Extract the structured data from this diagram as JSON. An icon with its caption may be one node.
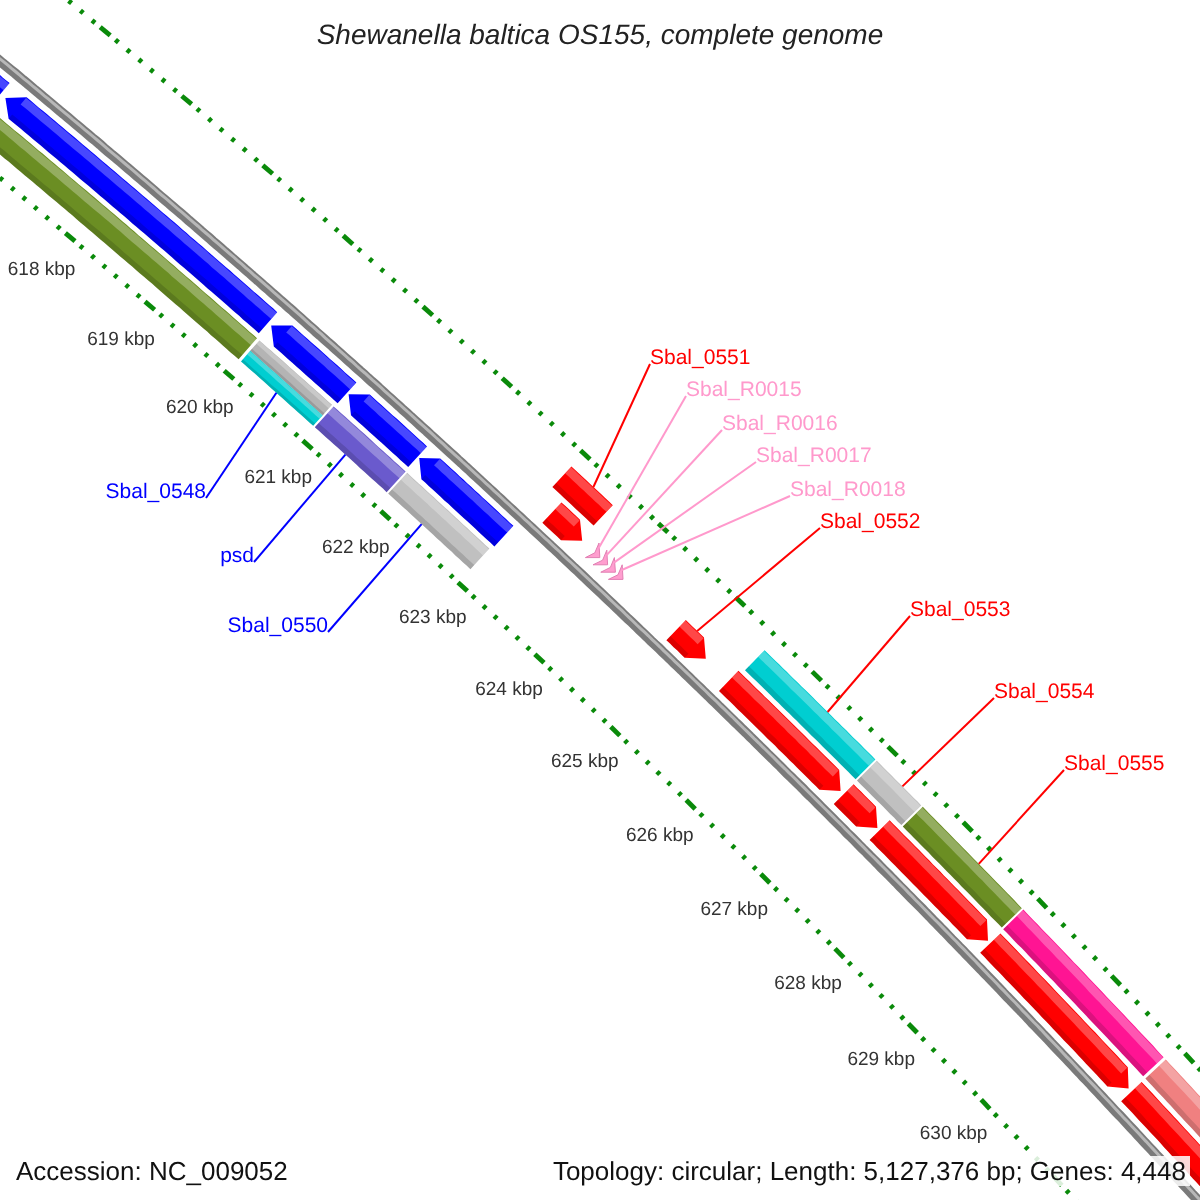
{
  "diagram": {
    "title": "Shewanella baltica OS155, complete genome",
    "nodes": [
      {
        "text": [
          "Sbal_0548"
        ]
      },
      {
        "text": [],
        "shape": "bar"
      },
      {
        "text": [
          "psd"
        ]
      },
      {
        "text": [],
        "shape": "bar"
      },
      {
        "text": [
          "Sbal_0550"
        ]
      },
      {
        "text": [],
        "shape": "bar"
      },
      {
        "text": [
          "Sbal_0551"
        ]
      },
      {
        "text": [],
        "shape": "bar"
      },
      {
        "text": [
          "Sbal_R0015"
        ]
      },
      {
        "text": [],
        "shape": "chevron"
      },
      {
        "text": [
          "Sbal_R0016"
        ]
      },
      {
        "text": [],
        "shape": "chevron"
      },
      {
        "text": [
          "Sbal_R0017"
        ]
      },
      {
        "text": [],
        "shape": "chevron"
      },
      {
        "text": [
          "Sbal_R0018"
        ]
      },
      {
        "text": [],
        "shape": "chevron"
      },
      {
        "text": [
          "Sbal_0552"
        ]
      },
      {
        "text": [],
        "shape": "bar"
      },
      {
        "text": [
          "Sbal_0553"
        ]
      },
      {
        "text": [],
        "shape": "bar"
      },
      {
        "text": [
          "Sbal_0554"
        ]
      },
      {
        "text": [],
        "shape": "bar"
      },
      {
        "text": [
          "Sbal_0555"
        ]
      },
      {
        "text": [],
        "shape": "bar"
      }
    ],
    "edges": [
      {
        "from": 0,
        "to": 1,
        "arrow": "none",
        "color": "#0000ff"
      },
      {
        "from": 2,
        "to": 3,
        "arrow": "none",
        "color": "#0000ff"
      },
      {
        "from": 4,
        "to": 5,
        "arrow": "none",
        "color": "#0000ff"
      },
      {
        "from": 6,
        "to": 7,
        "arrow": "none"
      },
      {
        "from": 8,
        "to": 9,
        "arrow": "none",
        "color": "#ff99cc"
      },
      {
        "from": 10,
        "to": 11,
        "arrow": "none",
        "color": "#ff99cc"
      },
      {
        "from": 12,
        "to": 13,
        "arrow": "none",
        "color": "#ff99cc"
      },
      {
        "from": 14,
        "to": 15,
        "arrow": "none",
        "color": "#ff99cc"
      },
      {
        "from": 16,
        "to": 17,
        "arrow": "none"
      },
      {
        "from": 18,
        "to": 19,
        "arrow": "none"
      },
      {
        "from": 20,
        "to": 21,
        "arrow": "none"
      },
      {
        "from": 22,
        "to": 23,
        "arrow": "none"
      }
    ],
    "labels": [
      "618 kbp",
      "619 kbp",
      "620 kbp",
      "621 kbp",
      "622 kbp",
      "623 kbp",
      "624 kbp",
      "625 kbp",
      "626 kbp",
      "627 kbp",
      "628 kbp",
      "629 kbp",
      "630 kbp",
      "Accession: NC_009052",
      "Topology: circular; Length: 5,127,376 bp; Genes: 4,448"
    ]
  }
}
